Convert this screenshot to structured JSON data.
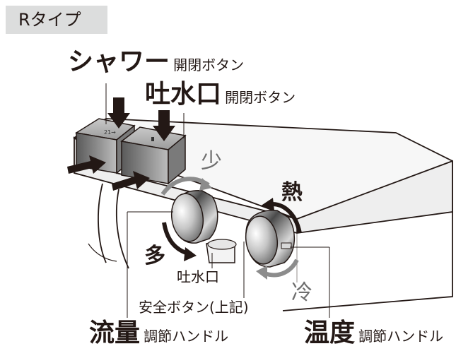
{
  "type_tag": "Rタイプ",
  "shower_label": "シャワー",
  "shower_suffix": "開閉ボタン",
  "spout_label": "吐水口",
  "spout_suffix": "開閉ボタン",
  "flow_label": "流量",
  "flow_suffix": "調節ハンドル",
  "temp_label": "温度",
  "temp_suffix": "調節ハンドル",
  "less": "少",
  "more": "多",
  "hot": "熱",
  "cold": "冷",
  "outlet": "吐水口",
  "safety_button": "安全ボタン(上記)",
  "colors": {
    "arrow": "#231815",
    "arrow_light": "#8c8c8c",
    "tag_bg": "#dcdddd"
  }
}
